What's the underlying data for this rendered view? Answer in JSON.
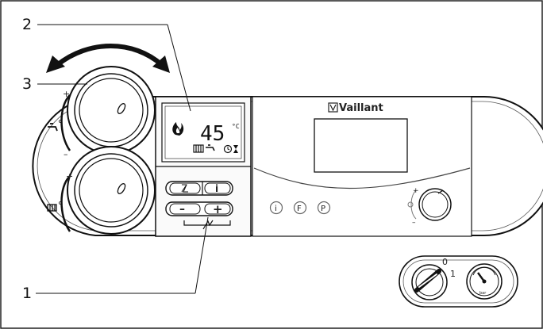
{
  "callouts": {
    "one": "1",
    "two": "2",
    "three": "3"
  },
  "display": {
    "temperature": "45",
    "unit": "°C"
  },
  "brand": {
    "name": "Vaillant"
  },
  "buttons": {
    "minus": "–",
    "plus": "+",
    "info": "i"
  },
  "status_icons": {
    "info": "i",
    "fault": "F",
    "prog": "P"
  },
  "dial_labels": {
    "plus": "+",
    "minus": "–"
  },
  "pressure": {
    "unit": "bar",
    "switch_off": "0",
    "switch_on": "1"
  },
  "icons": [
    "hot-water-tap-icon",
    "radiator-icon",
    "flame-icon",
    "clock-icon",
    "hourglass-icon",
    "chimney-sweep-icon",
    "double-arrow-icon"
  ]
}
